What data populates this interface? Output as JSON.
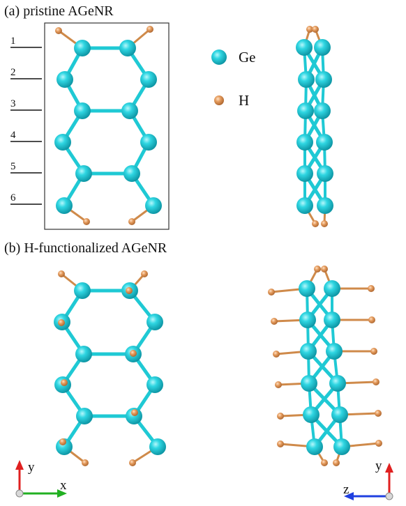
{
  "panel_a": {
    "caption": "(a) pristine AGeNR"
  },
  "panel_b": {
    "caption": "(b) H-functionalized AGeNR"
  },
  "legend": {
    "ge_label": "Ge",
    "h_label": "H",
    "ge_color": "#22d0dc",
    "h_color": "#e19a5c"
  },
  "row_labels": [
    "1",
    "2",
    "3",
    "4",
    "5",
    "6"
  ],
  "axes": {
    "left": {
      "up": "y",
      "right": "x"
    },
    "right": {
      "up": "y",
      "left": "z"
    }
  }
}
